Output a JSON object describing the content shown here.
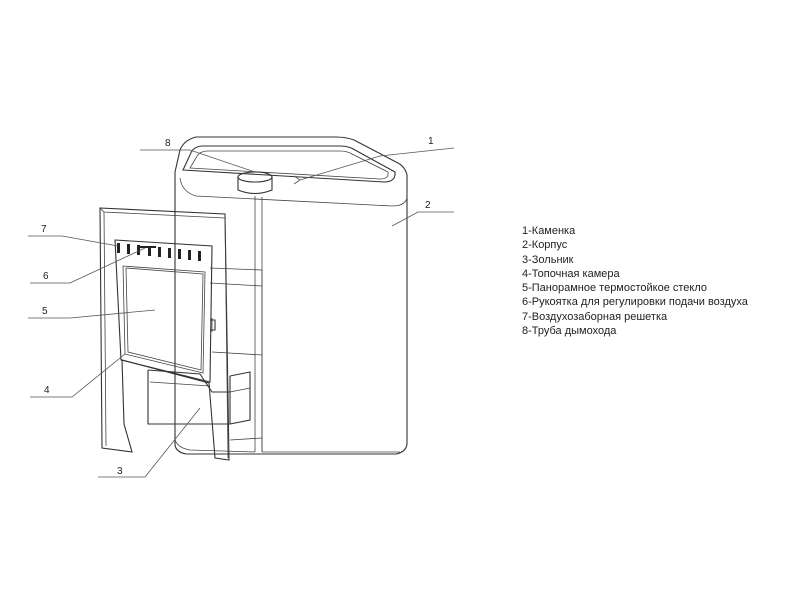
{
  "callouts": [
    "1",
    "2",
    "3",
    "4",
    "5",
    "6",
    "7",
    "8"
  ],
  "legend": [
    "1-Каменка",
    "2-Корпус",
    "3-Зольник",
    "4-Топочная камера",
    "5-Панорамное термостойкое стекло",
    "6-Рукоятка для регулировки подачи воздуха",
    "7-Воздухозаборная решетка",
    "8-Труба дымохода"
  ]
}
